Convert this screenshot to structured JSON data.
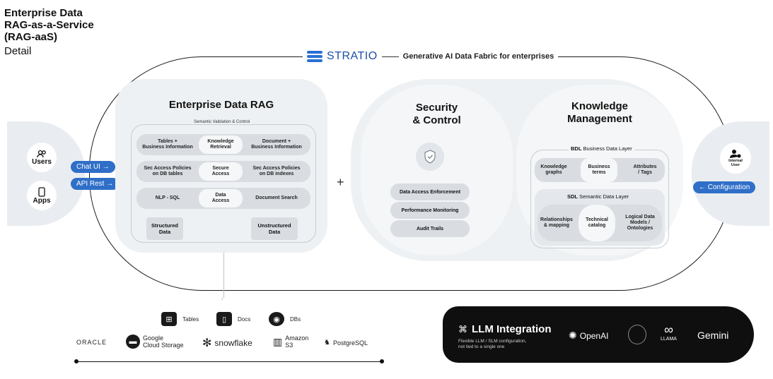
{
  "page": {
    "title_lines": [
      "Enterprise Data",
      "RAG-as-a-Service",
      "(RAG-aaS)"
    ],
    "subtitle": "Detail"
  },
  "brand": {
    "name": "STRATIO",
    "tagline": "Generative AI Data Fabric for enterprises",
    "logo_color": "#2a6fd6"
  },
  "left_panel": {
    "users": {
      "label": "Users",
      "icon": "users-icon"
    },
    "apps": {
      "label": "Apps",
      "icon": "phone-icon"
    },
    "chat_button": "Chat UI →",
    "api_button": "API Rest →"
  },
  "right_panel": {
    "user_label_line1": "Internal",
    "user_label_line2": "User",
    "icon": "internal-user-icon",
    "config_button": "← Configuration"
  },
  "rag_panel": {
    "title": "Enterprise Data RAG",
    "frame_label": "Semantic Validation & Control",
    "rows": [
      {
        "left_1": "Tables +",
        "left_2": "Business Information",
        "center_1": "Knowledge",
        "center_2": "Retrieval",
        "right_1": "Document +",
        "right_2": "Business Information"
      },
      {
        "left_1": "Sec Access Policies",
        "left_2": "on DB tables",
        "center_1": "Secure",
        "center_2": "Access",
        "right_1": "Sec Access Policies",
        "right_2": "on DB indexes"
      },
      {
        "left_1": "NLP - SQL",
        "left_2": "",
        "center_1": "Data",
        "center_2": "Access",
        "right_1": "Document Search",
        "right_2": ""
      }
    ],
    "structured_1": "Structured",
    "structured_2": "Data",
    "unstructured_1": "Unstructured",
    "unstructured_2": "Data"
  },
  "plus_sign": "+",
  "security_panel": {
    "title_1": "Security",
    "title_2": "& Control",
    "icon": "shield-icon",
    "items": [
      "Data Access Enforcement",
      "Performance Monitoring",
      "Audit Trails"
    ]
  },
  "knowledge_panel": {
    "title_1": "Knowledge",
    "title_2": "Management",
    "bdl_bold": "BDL",
    "bdl_label": "Business Data Layer",
    "bdl_items": [
      {
        "l1": "Knowledge",
        "l2": "graphs"
      },
      {
        "l1": "Business",
        "l2": "terms"
      },
      {
        "l1": "Attributes",
        "l2": "/ Tags"
      }
    ],
    "sdl_bold": "SDL",
    "sdl_label": "Semantic Data Layer",
    "sdl_items": [
      {
        "l1": "Relationships",
        "l2": "& mapping",
        "l3": ""
      },
      {
        "l1": "Technical",
        "l2": "catalog",
        "l3": ""
      },
      {
        "l1": "Logical Data",
        "l2": "Models /",
        "l3": "Ontologies"
      }
    ]
  },
  "sources": {
    "types": [
      {
        "label": "Tables",
        "icon": "table-icon"
      },
      {
        "label": "Docs",
        "icon": "document-icon"
      },
      {
        "label": "DBs",
        "icon": "database-icon"
      }
    ],
    "vendors": {
      "oracle": "ORACLE",
      "google_1": "Google",
      "google_2": "Cloud Storage",
      "snowflake": "snowflake",
      "amazon_1": "Amazon",
      "amazon_2": "S3",
      "postgres": "PostgreSQL"
    }
  },
  "llm": {
    "title": "LLM Integration",
    "desc_1": "Flexible LLM / SLM configuration,",
    "desc_2": "not tied to a single one",
    "vendors": [
      "OpenAI",
      "LLAMA",
      "Gemini"
    ]
  }
}
